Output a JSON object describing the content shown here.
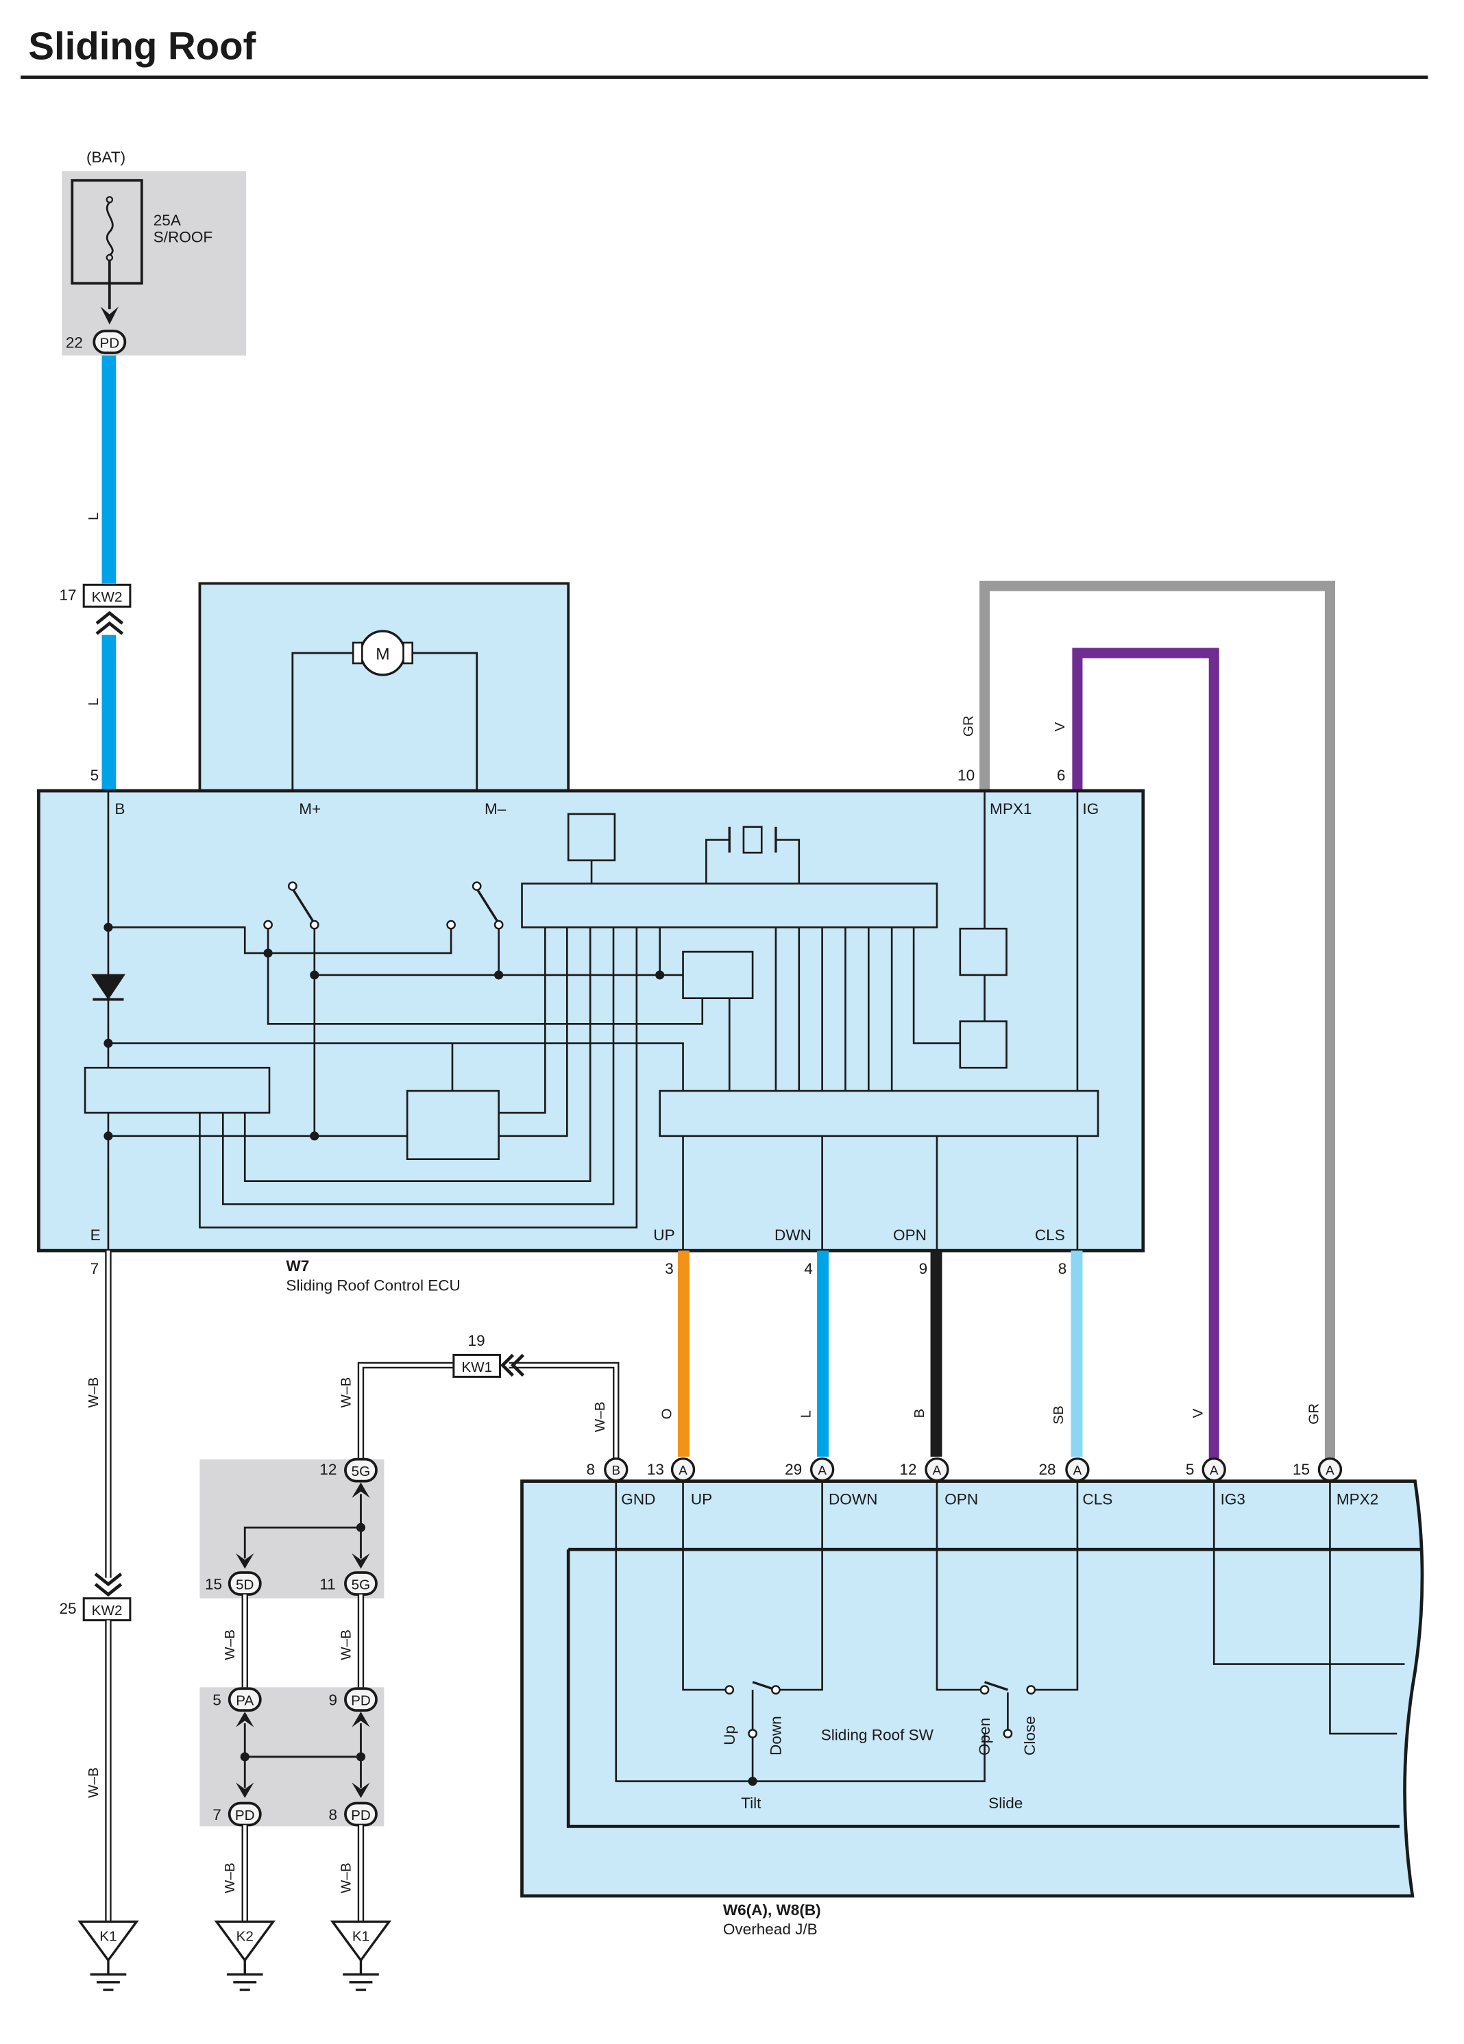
{
  "title": "Sliding Roof",
  "colors": {
    "ecu_fill": "#c9e8f8",
    "gray_box": "#d7d7d9",
    "wire_L": "#00a3e8",
    "wire_O": "#f29217",
    "wire_B": "#1c1c1c",
    "wire_SB": "#8ad6f5",
    "wire_V": "#6f2c91",
    "wire_GR": "#9a9a9a"
  },
  "fuse": {
    "source": "(BAT)",
    "rating": "25A",
    "name": "S/ROOF"
  },
  "connectors": {
    "pd_22": {
      "pin": "22",
      "code": "PD"
    },
    "kw2_17": {
      "pin": "17",
      "code": "KW2"
    },
    "kw2_25": {
      "pin": "25",
      "code": "KW2"
    },
    "kw1_19": {
      "pin": "19",
      "code": "KW1"
    },
    "g12": {
      "pin": "12",
      "code": "5G"
    },
    "d15": {
      "pin": "15",
      "code": "5D"
    },
    "g11": {
      "pin": "11",
      "code": "5G"
    },
    "pa5": {
      "pin": "5",
      "code": "PA"
    },
    "pd9": {
      "pin": "9",
      "code": "PD"
    },
    "pd7": {
      "pin": "7",
      "code": "PD"
    },
    "pd8": {
      "pin": "8",
      "code": "PD"
    }
  },
  "wire_labels": {
    "L": "L",
    "WB": "W–B",
    "GR": "GR",
    "V": "V",
    "O": "O",
    "B": "B",
    "SB": "SB"
  },
  "ecu": {
    "code": "W7",
    "name": "Sliding Roof Control ECU",
    "terminals": {
      "B": "B",
      "M_plus": "M+",
      "M_minus": "M–",
      "MPX1": "MPX1",
      "IG": "IG",
      "E": "E",
      "UP": "UP",
      "DWN": "DWN",
      "OPN": "OPN",
      "CLS": "CLS"
    },
    "pins": {
      "B": "5",
      "MPX1": "10",
      "IG": "6",
      "E": "7",
      "UP": "3",
      "DWN": "4",
      "OPN": "9",
      "CLS": "8"
    },
    "motor": "M"
  },
  "jb": {
    "code": "W6(A), W8(B)",
    "name": "Overhead J/B",
    "terminals": {
      "GND": "GND",
      "UP": "UP",
      "DOWN": "DOWN",
      "OPN": "OPN",
      "CLS": "CLS",
      "IG3": "IG3",
      "MPX2": "MPX2"
    },
    "pins": [
      {
        "num": "8",
        "letter": "B"
      },
      {
        "num": "13",
        "letter": "A"
      },
      {
        "num": "29",
        "letter": "A"
      },
      {
        "num": "12",
        "letter": "A"
      },
      {
        "num": "28",
        "letter": "A"
      },
      {
        "num": "5",
        "letter": "A"
      },
      {
        "num": "15",
        "letter": "A"
      }
    ],
    "switch": {
      "name": "Sliding Roof SW",
      "up": "Up",
      "down": "Down",
      "open": "Open",
      "close": "Close",
      "tilt": "Tilt",
      "slide": "Slide"
    }
  },
  "grounds": [
    "K1",
    "K2",
    "K1"
  ]
}
